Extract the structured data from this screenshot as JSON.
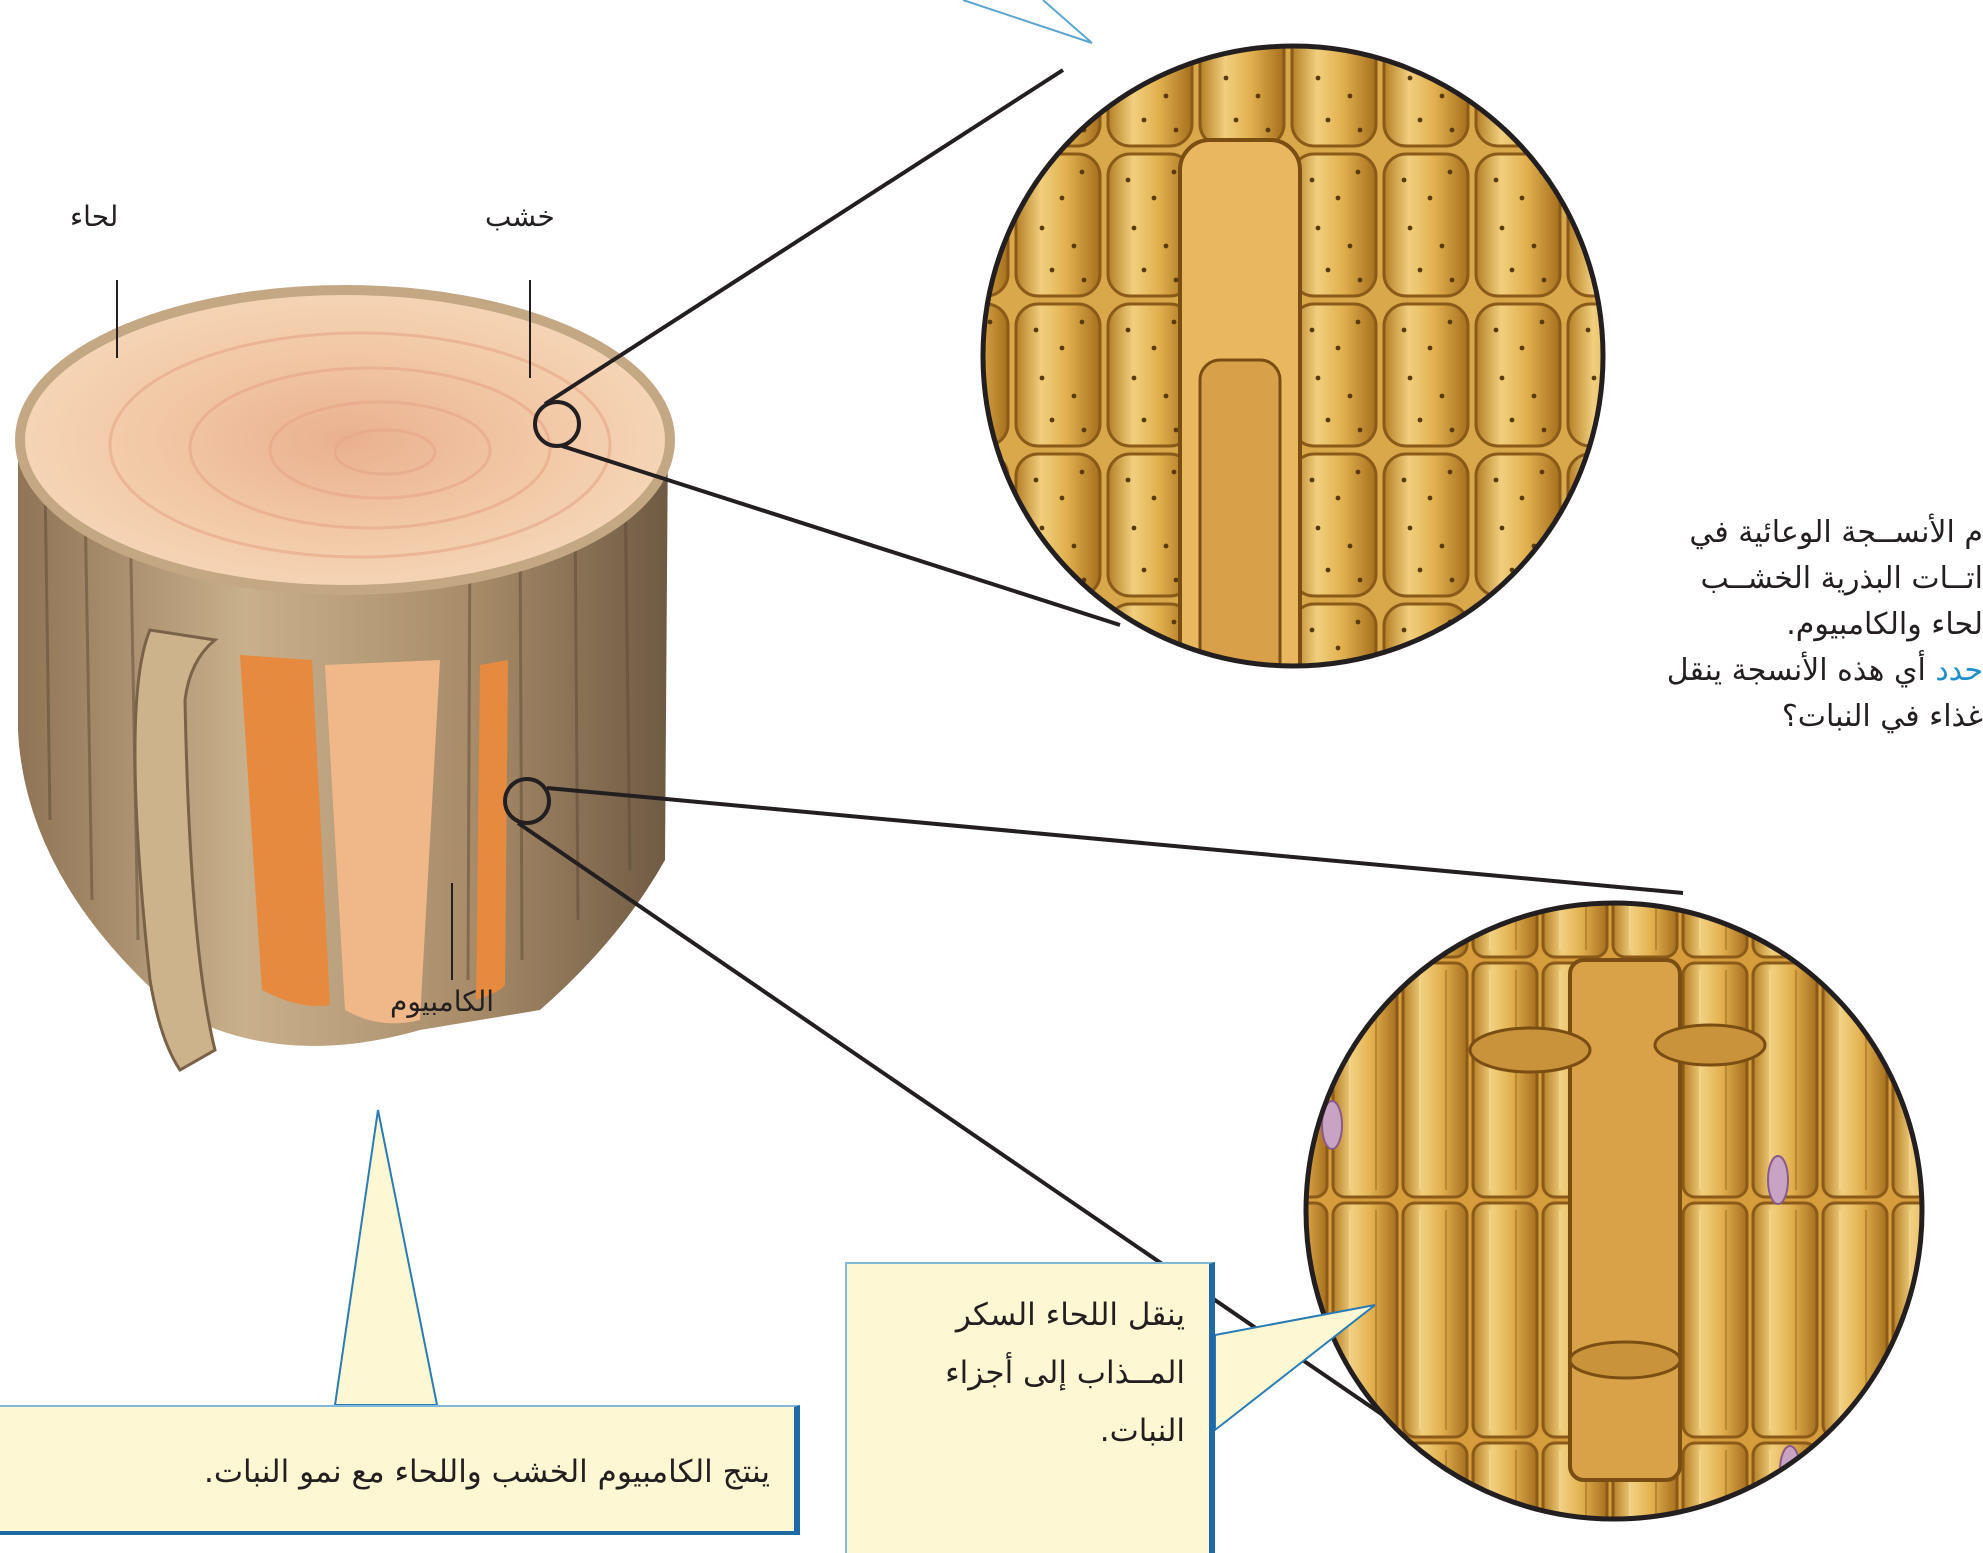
{
  "labels": {
    "phloem": "لحاء",
    "xylem": "خشب",
    "cambium": "الكامبيوم"
  },
  "side_text": {
    "line1": "م الأنســجة الوعائية في",
    "line2": "اتــات البذرية الخشــب",
    "line3": "لحاء والكامبيوم.",
    "line4_highlight": "حدد",
    "line4_rest": " أي هذه الأنسجة ينقل",
    "line5": "غذاء في النبات؟"
  },
  "callouts": {
    "cambium": "ينتج الكامبيوم الخشب واللحاء مع نمو النبات.",
    "phloem": "ينقل اللحاء السكر\nالمــذاب إلى أجزاء\nالنبات."
  },
  "colors": {
    "highlight": "#1f8ec9",
    "callout_fill": "#fdf7d4",
    "callout_border": "#1f6aa5",
    "wood_light": "#f3cfa8",
    "bark": "#b59a77",
    "cambium_orange": "#e58a3e",
    "cell_gold": "#e2b14f"
  }
}
